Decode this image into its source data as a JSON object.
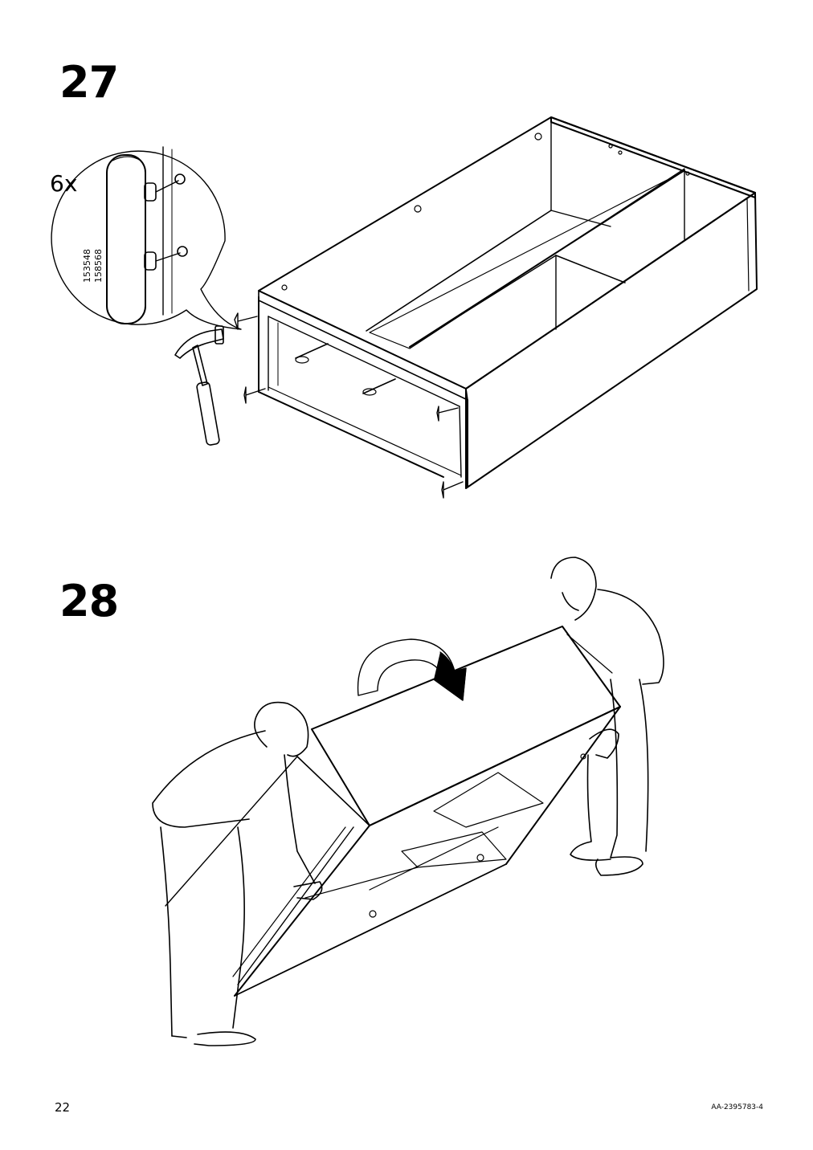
{
  "steps": [
    {
      "number": "27",
      "quantity": "6x",
      "part_numbers": [
        "153548",
        "158568"
      ]
    },
    {
      "number": "28"
    }
  ],
  "footer": {
    "page_number": "22",
    "document_code": "AA-2395783-4"
  },
  "icons": [
    "hammer-icon",
    "rotate-arrow-icon",
    "dowel-icon"
  ]
}
